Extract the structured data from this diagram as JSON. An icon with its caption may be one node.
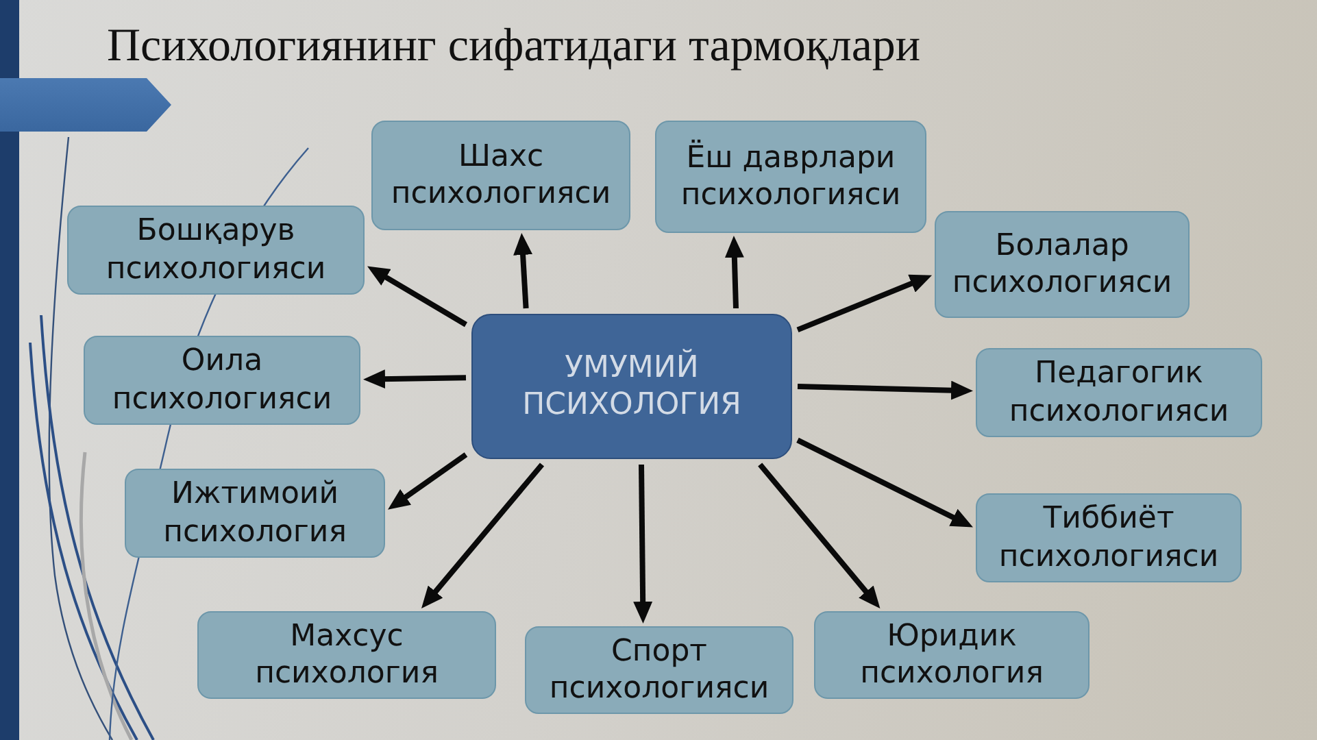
{
  "diagram": {
    "title": "Психологиянинг сифатидаги тармоқлари",
    "nodes": [
      {
        "text": [
          "УМУМИЙ ПСИХОЛОГИЯ"
        ]
      },
      {
        "text": [
          "Шахс психологияси"
        ]
      },
      {
        "text": [
          "Ёш даврлари психологияси"
        ]
      },
      {
        "text": [
          "Бошқарув психологияси"
        ]
      },
      {
        "text": [
          "Болалар психологияси"
        ]
      },
      {
        "text": [
          "Оила психологияси"
        ]
      },
      {
        "text": [
          "Педагогик психологияси"
        ]
      },
      {
        "text": [
          "Ижтимоий психология"
        ]
      },
      {
        "text": [
          "Тиббиёт психологияси"
        ]
      },
      {
        "text": [
          "Махсус психология"
        ]
      },
      {
        "text": [
          "Спорт психологияси"
        ]
      },
      {
        "text": [
          "Юридик психология"
        ]
      }
    ],
    "edges": [
      {
        "from": 0,
        "to": 1,
        "arrow": "to"
      },
      {
        "from": 0,
        "to": 2,
        "arrow": "to"
      },
      {
        "from": 0,
        "to": 3,
        "arrow": "to"
      },
      {
        "from": 0,
        "to": 4,
        "arrow": "to"
      },
      {
        "from": 0,
        "to": 5,
        "arrow": "to"
      },
      {
        "from": 0,
        "to": 6,
        "arrow": "to"
      },
      {
        "from": 0,
        "to": 7,
        "arrow": "to"
      },
      {
        "from": 0,
        "to": 8,
        "arrow": "to"
      },
      {
        "from": 0,
        "to": 9,
        "arrow": "to"
      },
      {
        "from": 0,
        "to": 10,
        "arrow": "to"
      },
      {
        "from": 0,
        "to": 11,
        "arrow": "to"
      }
    ]
  }
}
